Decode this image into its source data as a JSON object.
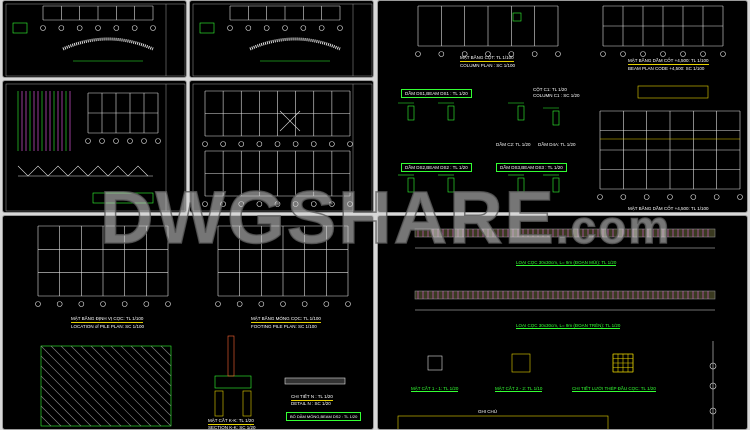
{
  "watermark": {
    "brand": "DWGSHARE",
    "suffix": ".com"
  },
  "colors": {
    "grid": "#e0e0e0",
    "accent": "#33ff33",
    "title_line": "#e6d200",
    "rebar": "#ff66ff"
  },
  "top_right": {
    "column_plan_vn": "MẶT BẰNG CỘT: TL 1/100",
    "column_plan_en": "COLUMN PLAN : SC 1/100",
    "column_c1_vn": "CỘT C1: TL 1/20",
    "column_c1_en": "COLUMN C1 : SC 1/20",
    "beam_plan_top_vn": "MẶT BẰNG DẦM CỐT +4,500: TL 1/100",
    "beam_plan_top_en": "BEAM PLAN CODE +4,500: SC 1/100",
    "beam_ds1": "DẦM DS1,BEAM DS1 : TL 1/20",
    "beam_ds2": "DẦM DS2,BEAM DS2 : TL 1/20",
    "beam_ds3": "DẦM DS3,BEAM DS3 : TL 1/20",
    "beam_c2": "DẦM C2: TL 1/20",
    "beam_d4a": "DẦM D4A: TL 1/20",
    "beam_plan_bottom": "MẶT BẰNG DẦM CỐT +4,500: TL 1/100"
  },
  "bottom_left": {
    "pile_location_vn": "MẶT BẰNG ĐỊNH VỊ CỌC: TL 1/100",
    "pile_location_en": "LOCATION of PILE PLAN: SC 1/100",
    "footing_plan_vn": "MẶT BẰNG MÓNG CỌC: TL 1/100",
    "footing_plan_en": "FOOTING PILE PLAN: SC 1/100",
    "section_vn": "MẶT CẮT K-K: TL 1/20",
    "section_en": "SECTION K-K: SC 1/20",
    "detail_vn": "CHI TIẾT N : TL 1/20",
    "detail_en": "DETAIL N : SC 1/20",
    "beam_box": "BỐ DẦM MÓNG,BEAM DS2 : TL 1/20"
  },
  "bottom_right": {
    "pile_tip": "LOẠI CỌC 30x30cm, L= 9m (ĐOẠN MŨI): TL 1/20",
    "pile_top": "LOẠI CỌC 30x30cm, L= 9m (ĐOẠN TRÊN): TL 1/20",
    "section_11": "MẶT CẮT 1 - 1: TL 1/20",
    "section_22": "MẶT CẮT 2 - 2: TL 1/10",
    "mesh_detail": "CHI TIẾT LƯỚI THÉP ĐẦU CỌC: TL 1/20",
    "notes": "GHI CHÚ"
  }
}
